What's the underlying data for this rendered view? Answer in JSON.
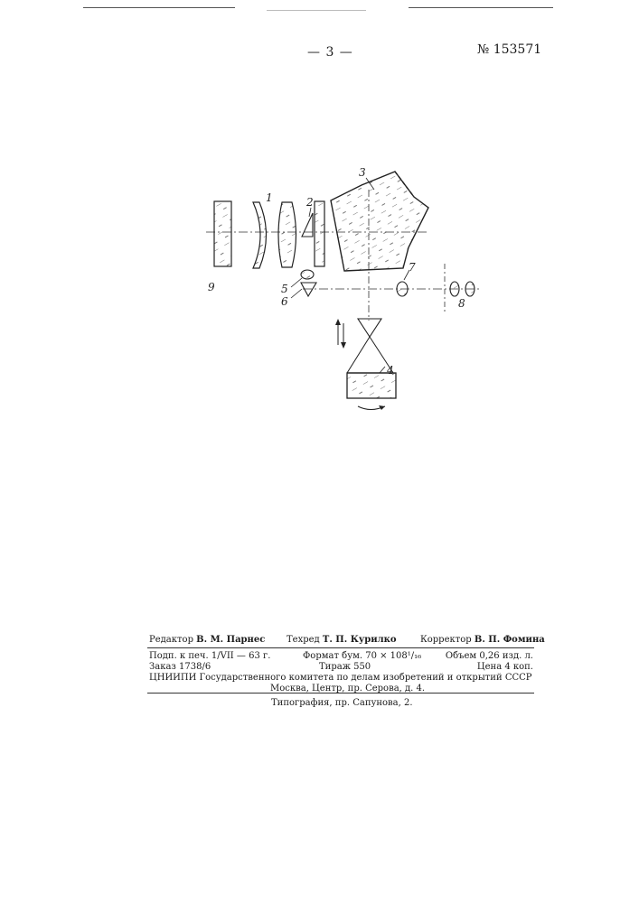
{
  "header": {
    "page_number": "— 3 —",
    "patent_number": "№ 153571"
  },
  "figure": {
    "labels": [
      "1",
      "2",
      "3",
      "4",
      "5",
      "6",
      "7",
      "8",
      "9"
    ]
  },
  "imprint": {
    "editor_label": "Редактор",
    "editor_name": "В. М. Парнес",
    "techred_label": "Техред",
    "techred_name": "Т. П. Курилко",
    "corrector_label": "Корректор",
    "corrector_name": "В. П. Фомина",
    "signed": "Подп. к печ. 1/VII — 63 г.",
    "format": "Формат бум. 70 × 108¹/₁₆",
    "volume": "Объем 0,26 изд. л.",
    "order": "Заказ 1738/6",
    "circulation": "Тираж 550",
    "price": "Цена 4 коп.",
    "institute": "ЦНИИПИ Государственного комитета по делам изобретений и открытий СССР",
    "address": "Москва, Центр, пр. Серова, д. 4.",
    "printing_house": "Типография, пр. Сапунова, 2."
  }
}
